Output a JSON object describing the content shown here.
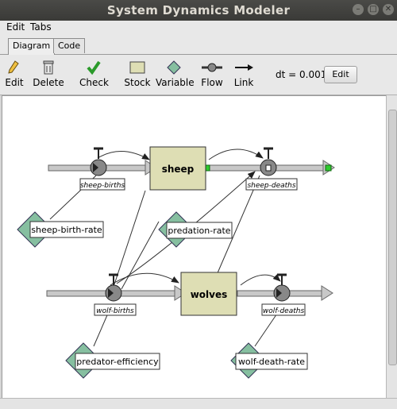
{
  "window": {
    "title": "System Dynamics Modeler"
  },
  "menu": {
    "edit": "Edit",
    "tabs": "Tabs"
  },
  "tabs": [
    {
      "label": "Diagram"
    },
    {
      "label": "Code"
    }
  ],
  "toolbar": {
    "edit": "Edit",
    "delete": "Delete",
    "check": "Check",
    "stock": "Stock",
    "variable": "Variable",
    "flow": "Flow",
    "link": "Link",
    "dt_text": "dt = 0.001",
    "dt_edit": "Edit"
  },
  "diagram": {
    "stocks": {
      "sheep": "sheep",
      "wolves": "wolves"
    },
    "flows": {
      "sheep_births": "sheep-births",
      "sheep_deaths": "sheep-deaths",
      "wolf_births": "wolf-births",
      "wolf_deaths": "wolf-deaths"
    },
    "variables": {
      "sheep_birth_rate": "sheep-birth-rate",
      "predation_rate": "predation-rate",
      "predator_efficiency": "predator-efficiency",
      "wolf_death_rate": "wolf-death-rate"
    }
  },
  "colors": {
    "stock_fill": "#dedeb4",
    "variable_fill": "#86bfa0",
    "flow_pipe": "#c8c8c8",
    "handle_green": "#2ecc2e"
  }
}
